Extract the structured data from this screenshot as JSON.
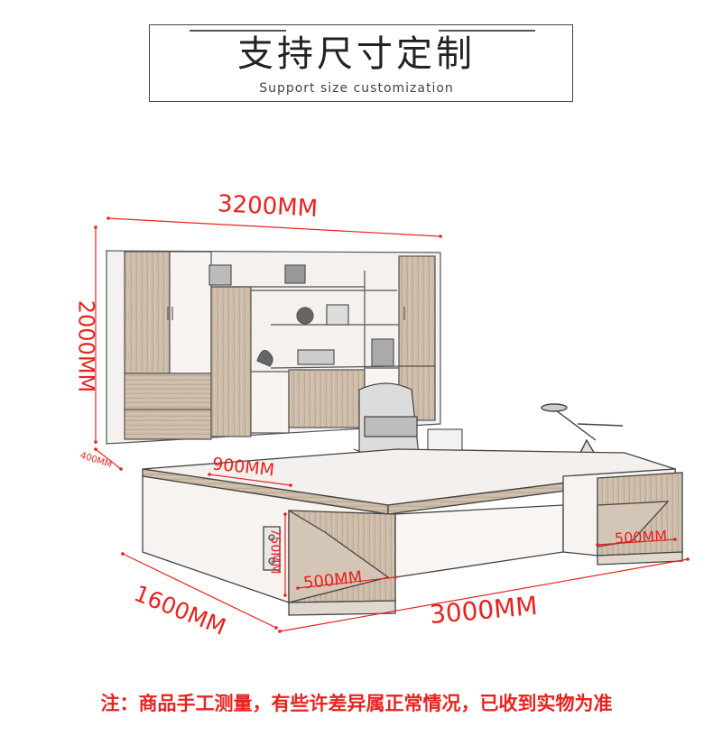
{
  "header": {
    "title": "支持尺寸定制",
    "subtitle": "Support size customization"
  },
  "dimensions": {
    "width_cabinet": "3200MM",
    "height_cabinet": "2000MM",
    "depth_cabinet": "400MM",
    "depth_desk_top": "900MM",
    "height_desk": "750MM",
    "side_width_left": "500MM",
    "side_width_right": "500MM",
    "depth_desk": "1600MM",
    "width_desk": "3000MM"
  },
  "footer": {
    "note": "注：商品手工测量，有些许差异属正常情况，已收到实物为准"
  },
  "colors": {
    "accent": "#e8231f",
    "line": "#444444",
    "wood": "#c8b7a4"
  }
}
